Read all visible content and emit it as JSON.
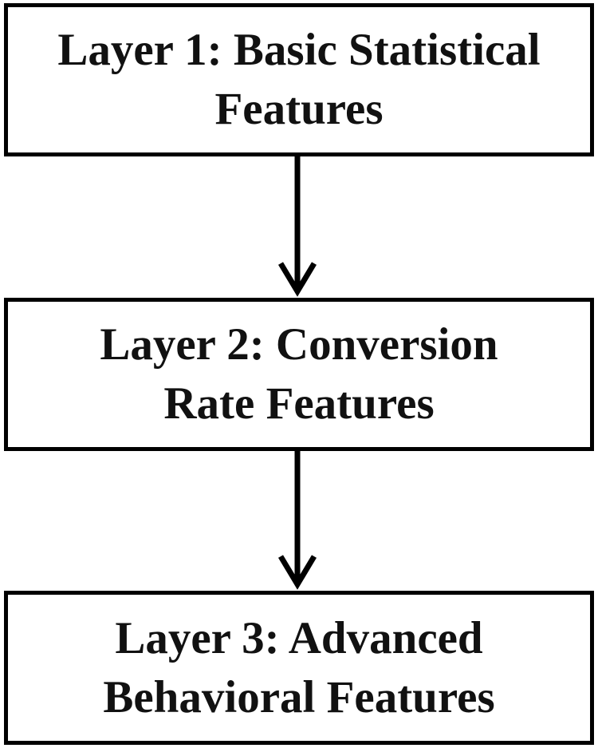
{
  "diagram": {
    "layers": [
      {
        "line1": "Layer 1: Basic Statistical",
        "line2": "Features"
      },
      {
        "line1": "Layer 2: Conversion",
        "line2": "Rate Features"
      },
      {
        "line1": "Layer 3: Advanced",
        "line2": "Behavioral Features"
      }
    ]
  }
}
